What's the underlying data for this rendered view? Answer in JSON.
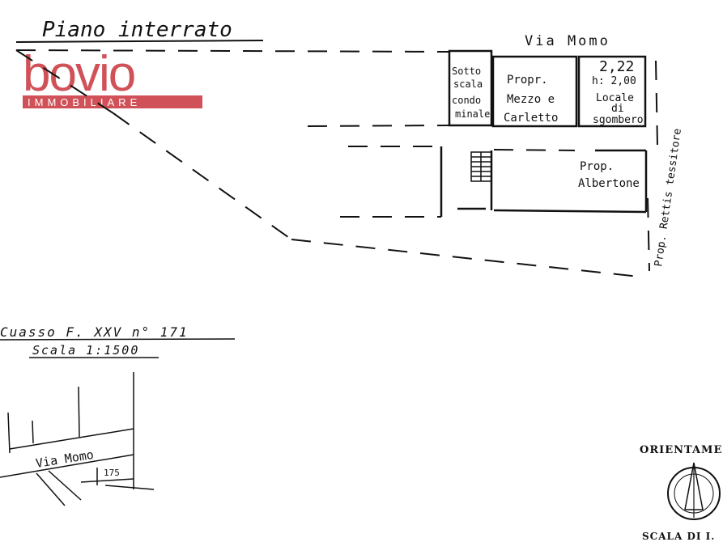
{
  "title": "Piano interrato",
  "street_top": "Via Momo",
  "rooms": {
    "sottoscala": [
      "Sotto",
      "scala",
      "condo",
      "minale"
    ],
    "mezzo": [
      "Propr.",
      "Mezzo e",
      "Carletto"
    ],
    "locale_number": "2,22",
    "locale_height": "h: 2,00",
    "locale": [
      "Locale",
      "di",
      "sgombero"
    ],
    "albertone": [
      "Prop.",
      "Albertone"
    ],
    "tessitore": "Prop. Rettis tessitore"
  },
  "logo": {
    "brand": "bovio",
    "subtitle": "IMMOBILIARE",
    "color": "#c8343c"
  },
  "cadastral": {
    "line1": "Cuasso F. XXV n° 171",
    "line2": "Scala 1:1500",
    "street": "Via Momo",
    "parcel": "175"
  },
  "orientation": "ORIENTAME",
  "scale": "SCALA DI I."
}
